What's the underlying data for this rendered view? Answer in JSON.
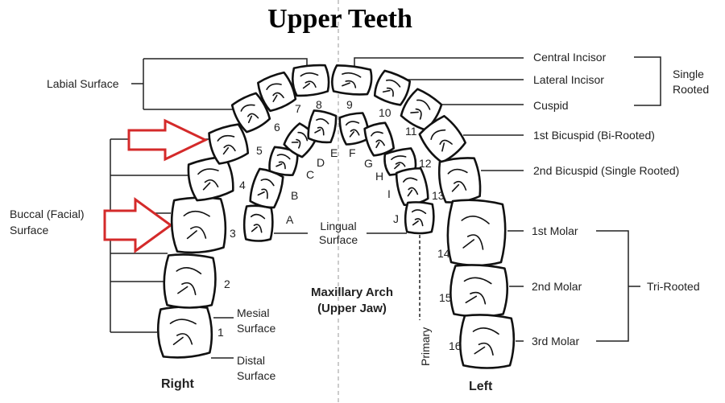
{
  "title": "Upper Teeth",
  "labels": {
    "labial": "Labial Surface",
    "buccal_1": "Buccal (Facial)",
    "buccal_2": "Surface",
    "central_incisor": "Central Incisor",
    "lateral_incisor": "Lateral Incisor",
    "cuspid": "Cuspid",
    "single_1": "Single",
    "single_2": "Rooted",
    "first_bicuspid": "1st Bicuspid (Bi-Rooted)",
    "second_bicuspid": "2nd Bicuspid (Single Rooted)",
    "first_molar": "1st Molar",
    "second_molar": "2nd Molar",
    "third_molar": "3rd Molar",
    "tri_rooted": "Tri-Rooted",
    "lingual_1": "Lingual",
    "lingual_2": "Surface",
    "arch_1": "Maxillary Arch",
    "arch_2": "(Upper Jaw)",
    "mesial_1": "Mesial",
    "mesial_2": "Surface",
    "distal_1": "Distal",
    "distal_2": "Surface",
    "primary": "Primary",
    "right": "Right",
    "left": "Left"
  },
  "permanent_teeth": [
    "1",
    "2",
    "3",
    "4",
    "5",
    "6",
    "7",
    "8",
    "9",
    "10",
    "11",
    "12",
    "13",
    "14",
    "15",
    "16"
  ],
  "primary_teeth": [
    "A",
    "B",
    "C",
    "D",
    "E",
    "F",
    "G",
    "H",
    "I",
    "J"
  ],
  "colors": {
    "arrow": "#d42a2a",
    "line": "#222222",
    "center_line": "#bbbbbb"
  }
}
